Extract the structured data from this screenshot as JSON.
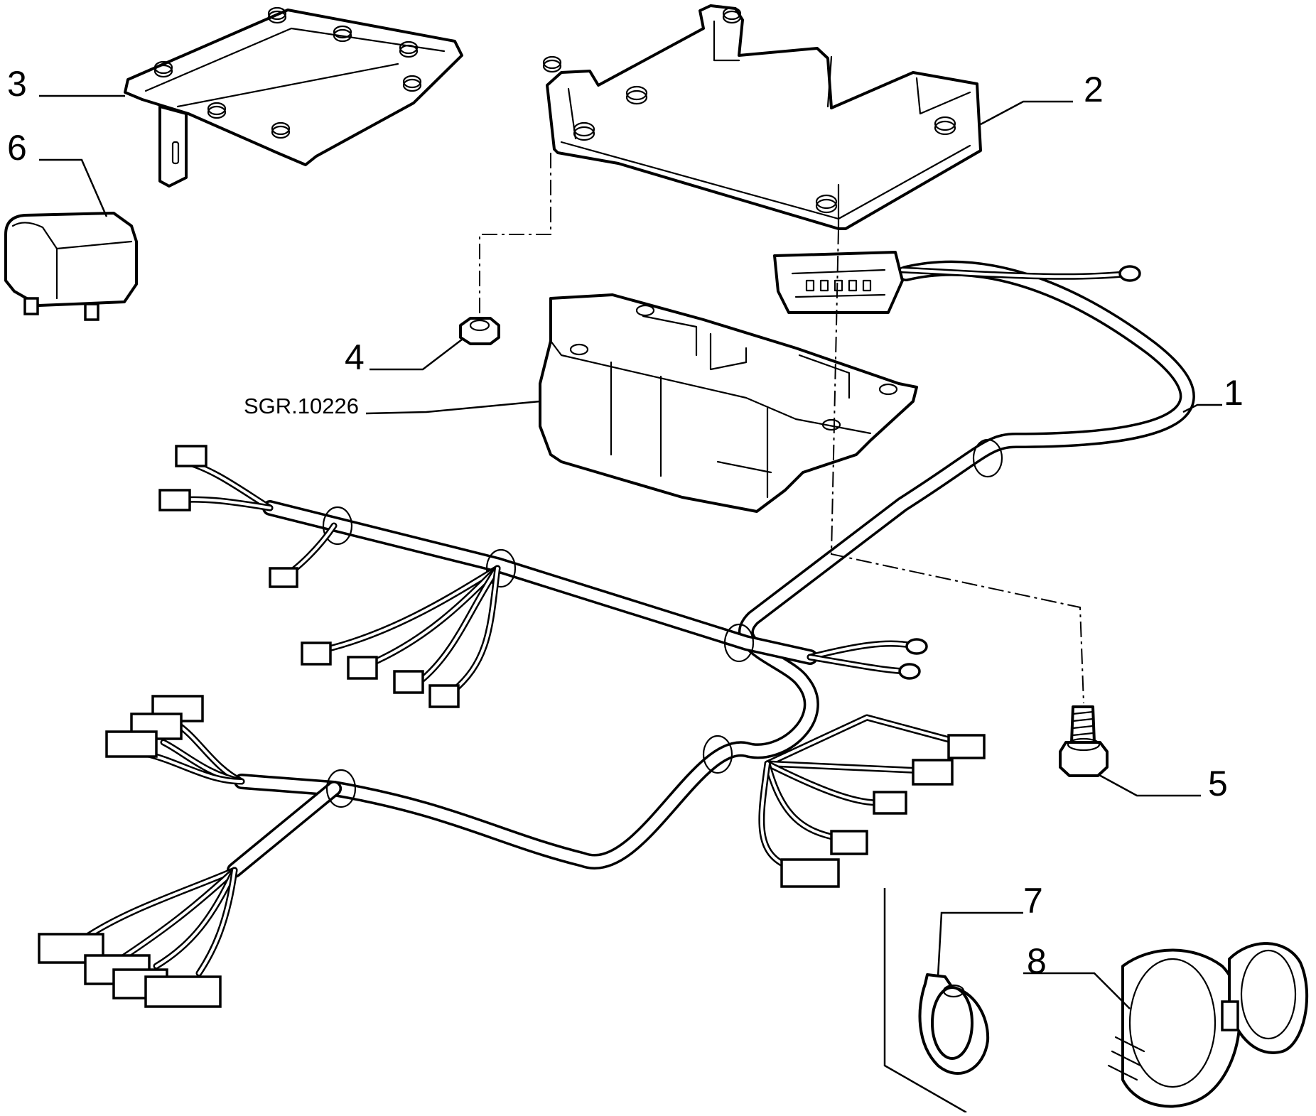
{
  "callouts": [
    {
      "id": "1",
      "label": "1"
    },
    {
      "id": "2",
      "label": "2"
    },
    {
      "id": "3",
      "label": "3"
    },
    {
      "id": "4",
      "label": "4"
    },
    {
      "id": "5",
      "label": "5"
    },
    {
      "id": "6",
      "label": "6"
    },
    {
      "id": "7",
      "label": "7"
    },
    {
      "id": "8",
      "label": "8"
    }
  ],
  "reference_code": "SGR.10226"
}
